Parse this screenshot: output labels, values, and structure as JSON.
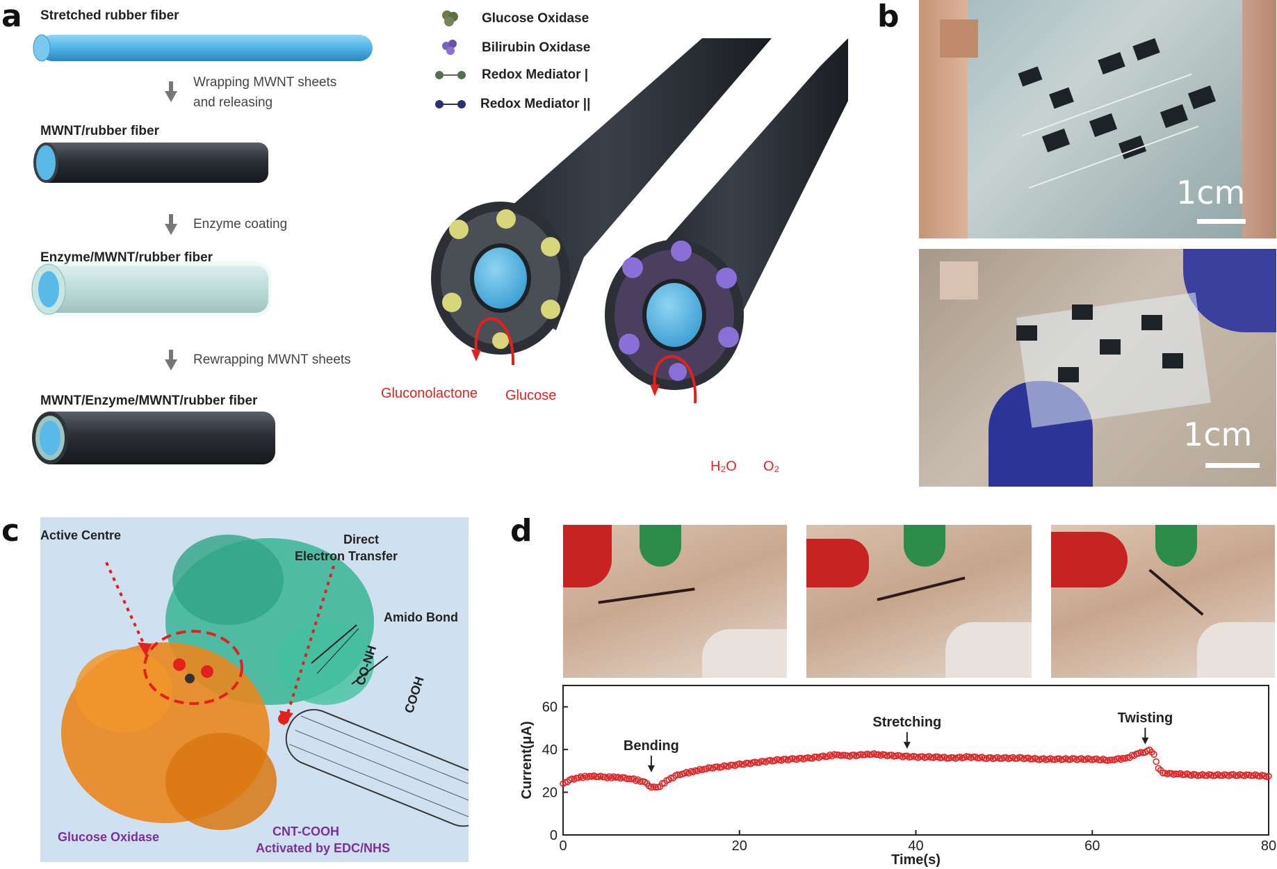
{
  "panel_labels": {
    "a": "a",
    "b": "b",
    "c": "c",
    "d": "d"
  },
  "panel_a": {
    "steps": [
      "Stretched rubber fiber",
      "MWNT/rubber fiber",
      "Enzyme/MWNT/rubber fiber",
      "MWNT/Enzyme/MWNT/rubber fiber"
    ],
    "processes": [
      "Wrapping MWNT sheets",
      "and releasing",
      "Enzyme coating",
      "Rewrapping MWNT sheets"
    ],
    "legend": [
      "Glucose Oxidase",
      "Bilirubin Oxidase",
      "Redox Mediator |",
      "Redox Mediator ||"
    ],
    "reactions": {
      "product_left": "Gluconolactone",
      "substrate_left": "Glucose",
      "product_right": "H₂O",
      "substrate_right": "O₂"
    },
    "colors": {
      "rubber": "#5bb8e6",
      "mwnt": "#2b2f36",
      "enzyme_coat": "#bfe3e0",
      "reaction": "#e3211c",
      "mediator_1": "#55704c",
      "mediator_2": "#2e2d6e"
    }
  },
  "panel_b": {
    "scale_top": "1cm",
    "scale_bottom": "1cm"
  },
  "panel_c": {
    "labels": {
      "active_centre": "Active Centre",
      "direct_1": "Direct",
      "direct_2": "Electron Transfer",
      "amido": "Amido Bond",
      "conh": "CO-NH",
      "cooh": "COOH",
      "glucose_oxidase": "Glucose Oxidase",
      "cnt_1": "CNT-COOH",
      "cnt_2": "Activated by EDC/NHS"
    },
    "colors": {
      "background": "#cfe1f0",
      "teal": "#38b494",
      "orange": "#e8871e",
      "label_purple": "#7b2f9a"
    }
  },
  "chart_data": {
    "type": "scatter",
    "xlabel": "Time(s)",
    "ylabel": "Current(μA)",
    "xlim": [
      0,
      80
    ],
    "ylim": [
      0,
      70
    ],
    "xticks": [
      0,
      20,
      40,
      60,
      80
    ],
    "yticks": [
      0,
      20,
      40,
      60
    ],
    "grid": false,
    "color": "#e02424",
    "annotations": [
      {
        "text": "Bending",
        "x": 10,
        "y": 30
      },
      {
        "text": "Stretching",
        "x": 39,
        "y": 41
      },
      {
        "text": "Twisting",
        "x": 66,
        "y": 43
      }
    ],
    "series": [
      {
        "x": [
          0,
          1,
          2,
          3,
          4,
          5,
          6,
          7,
          8,
          9,
          9.5,
          10,
          10.5,
          11,
          12,
          13,
          14,
          15,
          16,
          18,
          20,
          22,
          24,
          26,
          28,
          30,
          31,
          32,
          34,
          35,
          36,
          38,
          40,
          42,
          44,
          46,
          48,
          50,
          52,
          54,
          56,
          58,
          60,
          62,
          63,
          64,
          65,
          66,
          66.5,
          67,
          67.5,
          68,
          69,
          70,
          72,
          74,
          76,
          78,
          80
        ],
        "y": [
          24,
          26,
          27,
          27.5,
          27.5,
          27,
          27,
          26.5,
          26,
          25,
          24,
          22.5,
          22,
          23,
          26,
          28,
          29,
          30,
          31,
          32,
          33,
          34,
          35,
          35.5,
          36,
          37,
          37.5,
          37,
          37.5,
          38,
          37.5,
          37,
          36.5,
          36.5,
          36,
          36.5,
          36,
          36,
          36,
          35.5,
          35.5,
          35.5,
          35.5,
          35,
          35.5,
          36,
          38,
          39,
          39.5,
          38,
          31,
          29,
          28.5,
          28.5,
          28,
          28,
          28,
          28,
          27.5
        ]
      }
    ]
  }
}
